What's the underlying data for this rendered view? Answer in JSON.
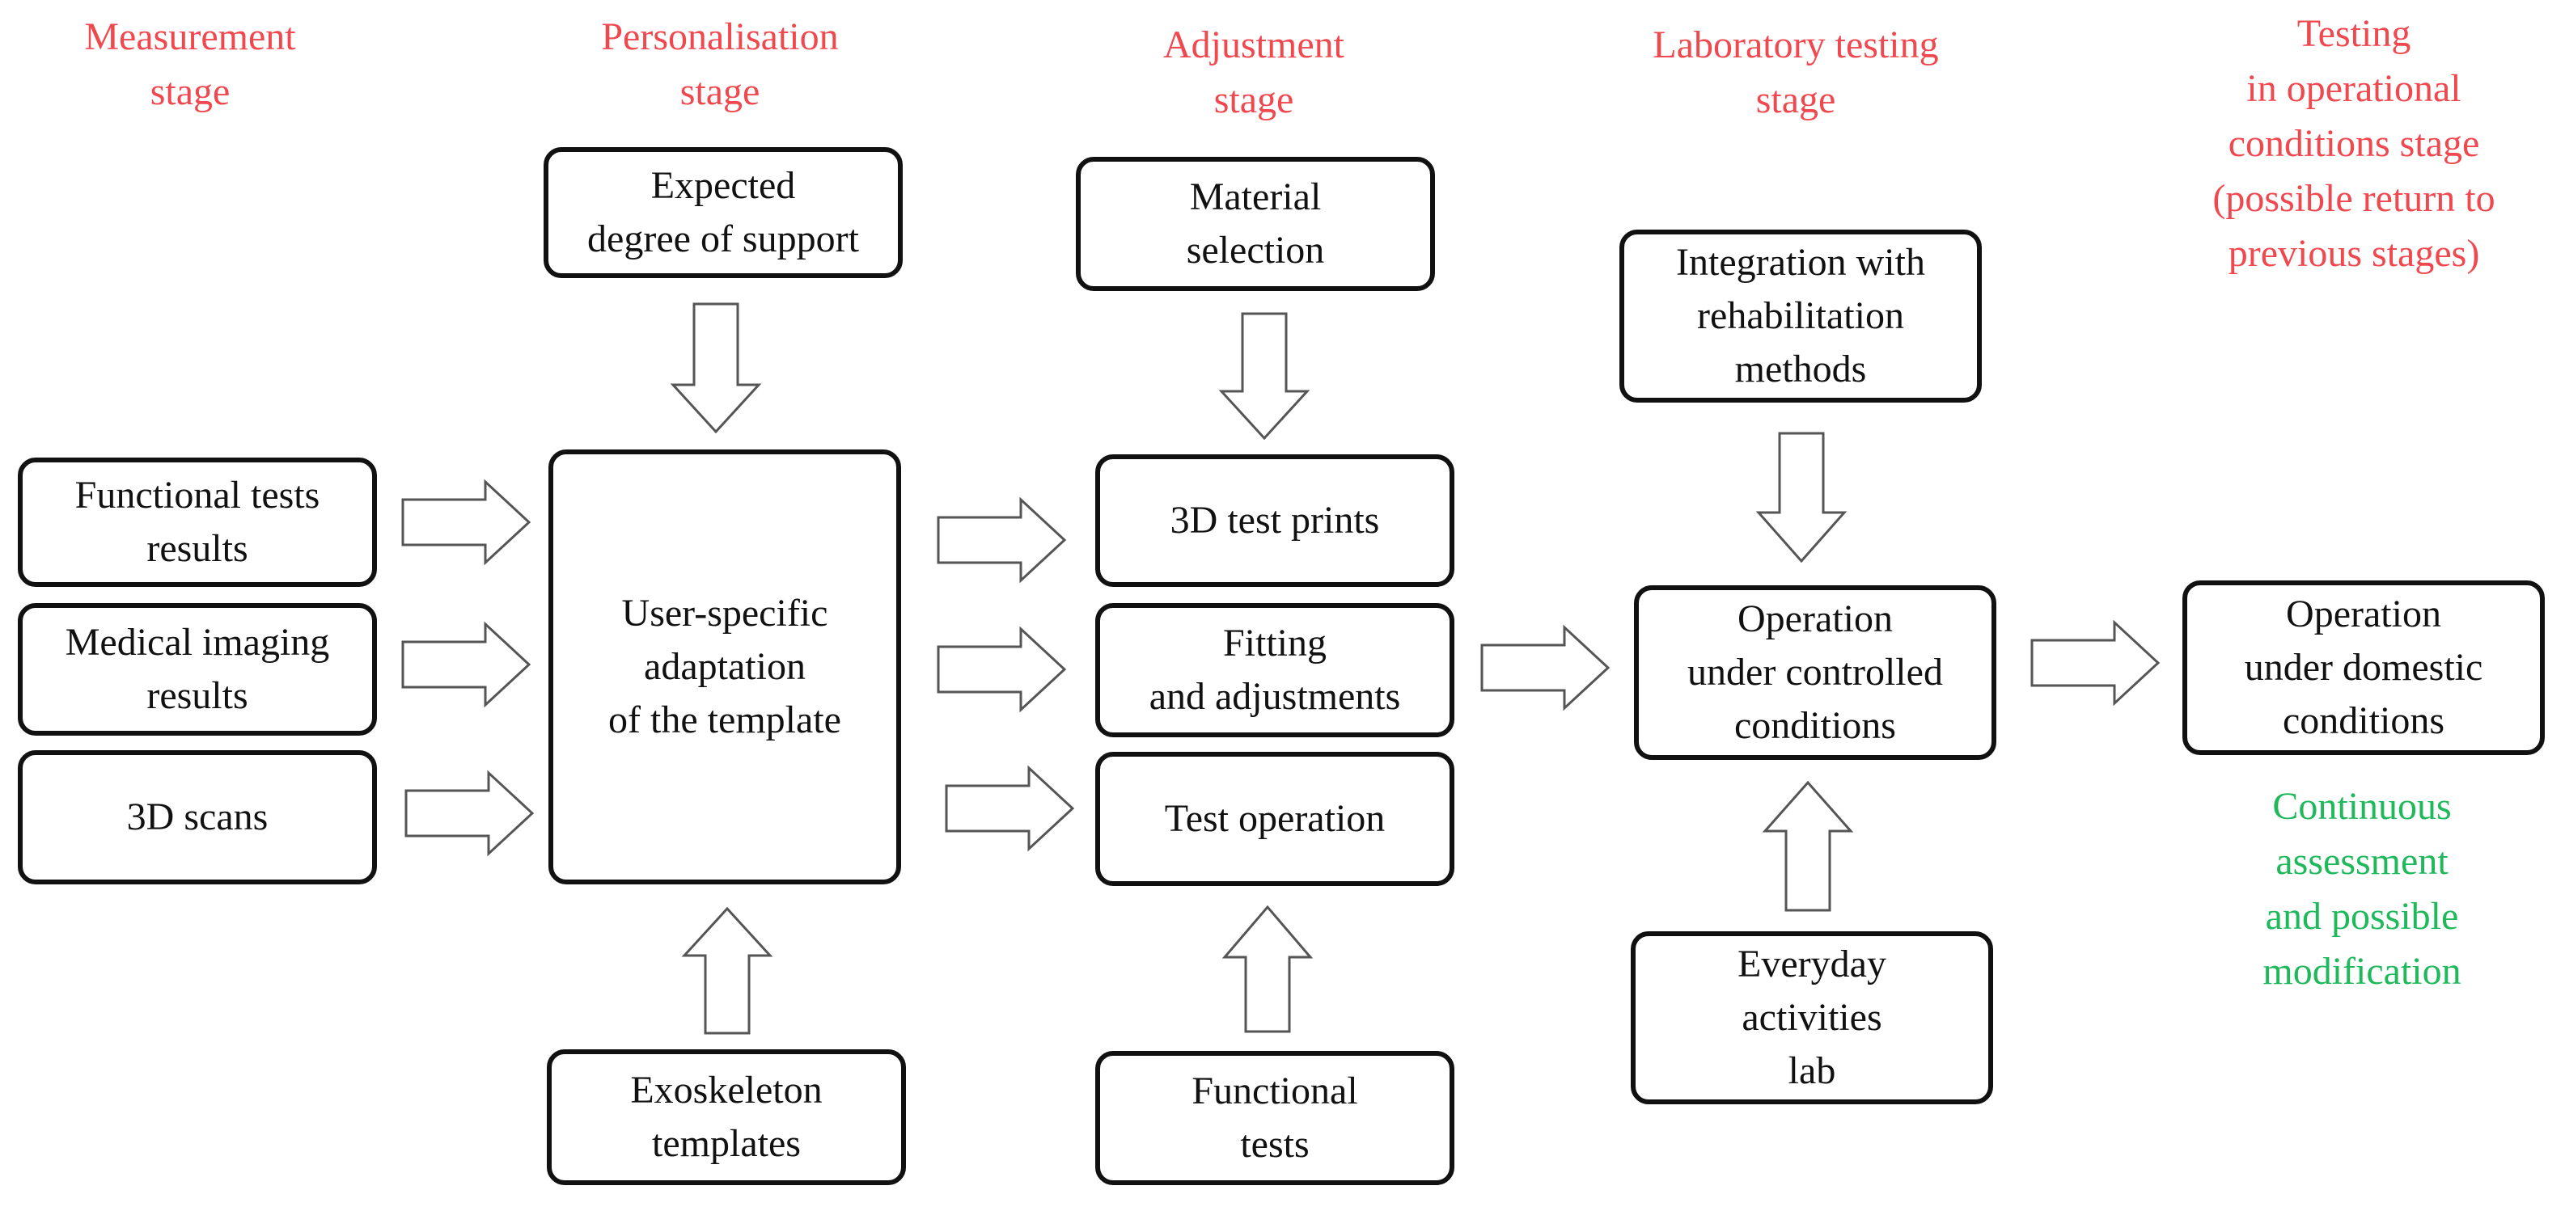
{
  "headers": {
    "measurement": "Measurement\nstage",
    "personalisation": "Personalisation\nstage",
    "adjustment": "Adjustment\nstage",
    "lab_testing": "Laboratory testing\nstage",
    "operational": "Testing\nin operational\nconditions stage\n(possible return to\nprevious stages)"
  },
  "boxes": {
    "functional_tests_results": "Functional tests\nresults",
    "medical_imaging": "Medical imaging\nresults",
    "scans_3d": "3D scans",
    "expected_support": "Expected\ndegree of support",
    "user_specific": "User-specific\nadaptation\nof the template",
    "exo_templates": "Exoskeleton\ntemplates",
    "material_selection": "Material\nselection",
    "test_prints": "3D test prints",
    "fitting": "Fitting\nand adjustments",
    "test_operation": "Test operation",
    "functional_tests": "Functional\ntests",
    "integration": "Integration with\nrehabilitation\nmethods",
    "controlled": "Operation\nunder controlled\nconditions",
    "everyday": "Everyday\nactivities\nlab",
    "domestic": "Operation\nunder domestic\nconditions"
  },
  "note": "Continuous\nassessment\nand possible\nmodification",
  "colors": {
    "header": "#f0484f",
    "note": "#1fb85a",
    "box_border": "#111111",
    "arrow_stroke": "#555555"
  }
}
